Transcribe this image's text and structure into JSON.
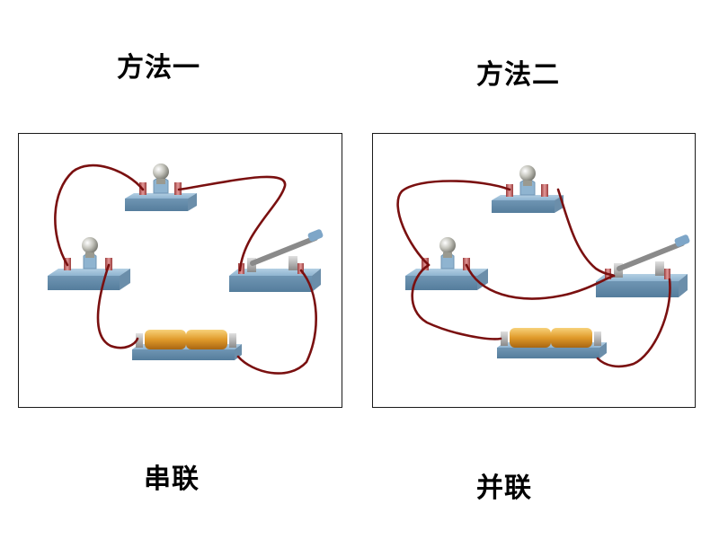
{
  "methods": [
    {
      "title": "方法一",
      "caption": "串联"
    },
    {
      "title": "方法二",
      "caption": "并联"
    }
  ],
  "colors": {
    "wire": "#7a1010",
    "base": "#8fb4d0",
    "terminal": "#c86464",
    "battery": "#e2a436",
    "bulb": "#b8b8b0"
  }
}
